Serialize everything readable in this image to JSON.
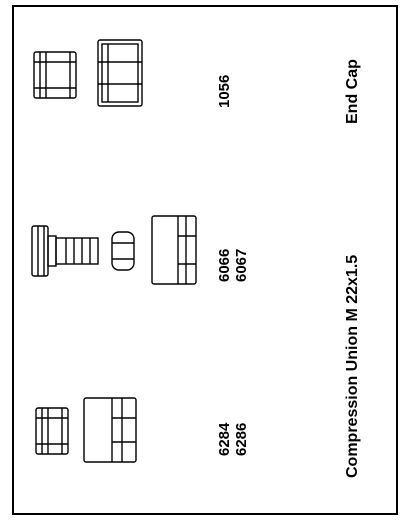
{
  "labels": {
    "end_cap_code": "1056",
    "end_cap_title": "End Cap",
    "union_codes": [
      "6066",
      "6067"
    ],
    "fitting_codes": [
      "6284",
      "6286"
    ],
    "union_title": "Compression Union M 22x1.5"
  },
  "colors": {
    "line": "#000000",
    "background": "#ffffff"
  }
}
